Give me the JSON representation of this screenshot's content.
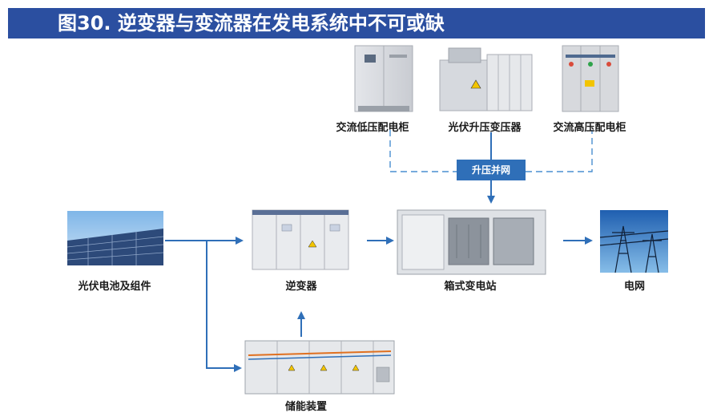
{
  "title": "图30. 逆变器与变流器在发电系统中不可或缺",
  "nodes": {
    "ac_low_voltage_cabinet": "交流低压配电柜",
    "pv_step_up_transformer": "光伏升压变压器",
    "ac_high_voltage_cabinet": "交流高压配电柜",
    "boost_grid": "升压并网",
    "pv_module": "光伏电池及组件",
    "inverter": "逆变器",
    "box_substation": "箱式变电站",
    "grid": "电网",
    "energy_storage": "储能装置"
  },
  "colors": {
    "title_bar": "#2b4fa0",
    "arrow": "#2f6fb8",
    "dashed_line": "#4a8fd0",
    "boost_box": "#2f6fb8"
  }
}
